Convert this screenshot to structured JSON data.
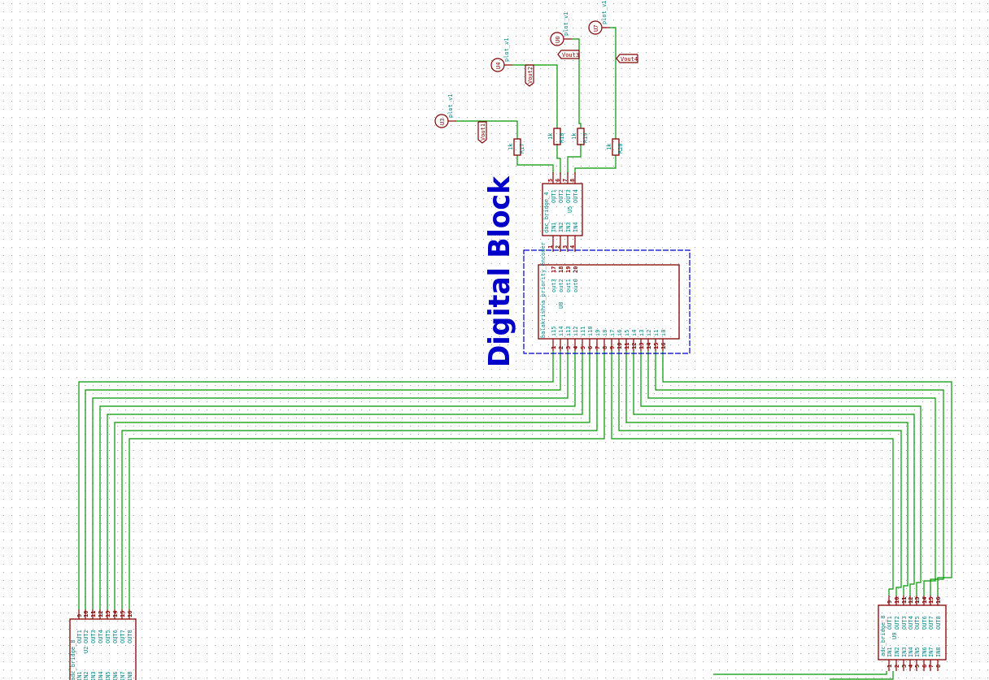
{
  "canvas": {
    "title": "Digital Block",
    "colors": {
      "wire": "#009600",
      "component": "#840000",
      "text": "#008484",
      "sheet": "#0000c8",
      "grid": "#a0a0a0"
    }
  },
  "probes": [
    {
      "ref": "U3",
      "value": "plot_v1",
      "net": "Vout1"
    },
    {
      "ref": "U4",
      "value": "plot_v1",
      "net": "Vout2"
    },
    {
      "ref": "U6",
      "value": "plot_v1",
      "net": "Vout3"
    },
    {
      "ref": "U7",
      "value": "plot_v1",
      "net": "Vout4"
    }
  ],
  "resistors": [
    {
      "ref": "R17",
      "value": "1k"
    },
    {
      "ref": "R18",
      "value": "1k"
    },
    {
      "ref": "R19",
      "value": "1k"
    },
    {
      "ref": "R20",
      "value": "1k"
    }
  ],
  "dac": {
    "name": "dac_bridge_4",
    "ref": "U5",
    "inputs": [
      "IN1",
      "IN2",
      "IN3",
      "IN4"
    ],
    "outputs": [
      "OUT1",
      "OUT2",
      "OUT3",
      "OUT4"
    ],
    "in_pins": [
      "1",
      "2",
      "3",
      "4"
    ],
    "out_pins": [
      "5",
      "6",
      "7",
      "8"
    ]
  },
  "encoder": {
    "name": "balakrishna_priority_encoder",
    "ref": "U8",
    "outputs": [
      "out3",
      "out2",
      "out1",
      "out0"
    ],
    "out_pins": [
      "17",
      "18",
      "19",
      "20"
    ],
    "inputs": [
      "i15",
      "i14",
      "i13",
      "i12",
      "i11",
      "i10",
      "i9",
      "i8",
      "i7",
      "i6",
      "i5",
      "i4",
      "i3",
      "i2",
      "i1",
      "i0"
    ],
    "in_pins": [
      "1",
      "2",
      "3",
      "4",
      "5",
      "6",
      "7",
      "8",
      "9",
      "10",
      "11",
      "12",
      "13",
      "14",
      "15",
      "16"
    ]
  },
  "adc_left": {
    "name": "adc_bridge_8",
    "ref": "U2",
    "inputs": [
      "IN1",
      "IN2",
      "IN3",
      "IN4",
      "IN5",
      "IN6",
      "IN7",
      "IN8"
    ],
    "outputs": [
      "OUT1",
      "OUT2",
      "OUT3",
      "OUT4",
      "OUT5",
      "OUT6",
      "OUT7",
      "OUT8"
    ],
    "out_pins": [
      "9",
      "10",
      "11",
      "12",
      "13",
      "14",
      "15",
      "16"
    ]
  },
  "adc_right": {
    "name": "adc_bridge_8",
    "ref": "U9",
    "inputs": [
      "IN1",
      "IN2",
      "IN3",
      "IN4",
      "IN5",
      "IN6",
      "IN7",
      "IN8"
    ],
    "outputs": [
      "OUT1",
      "OUT2",
      "OUT3",
      "OUT4",
      "OUT5",
      "OUT6",
      "OUT7",
      "OUT8"
    ],
    "out_pins": [
      "9",
      "10",
      "11",
      "12",
      "13",
      "14",
      "15",
      "16"
    ],
    "in_pins": [
      "1",
      "2",
      "3",
      "4",
      "5",
      "6",
      "7",
      "8"
    ]
  }
}
